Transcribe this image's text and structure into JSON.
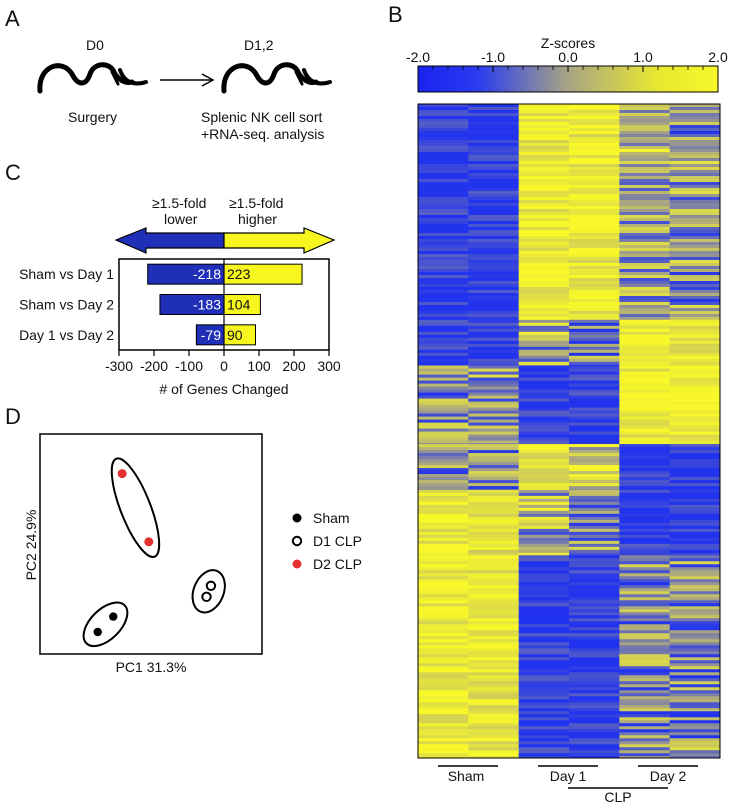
{
  "panel_a": {
    "letter": "A",
    "start_label": "D0",
    "end_label": "D1,2",
    "surgery_label": "Surgery",
    "analysis_line1": "Splenic NK cell sort",
    "analysis_line2": "+RNA-seq. analysis"
  },
  "panel_b": {
    "letter": "B",
    "colorbar_title": "Z-scores",
    "colorbar_ticks": [
      "-2.0",
      "-1.0",
      "0.0",
      "1.0",
      "2.0"
    ],
    "group_labels": [
      "Sham",
      "Day 1",
      "Day 2"
    ],
    "super_group_label": "CLP"
  },
  "panel_c": {
    "letter": "C",
    "lower_label_line1": "≥1.5-fold",
    "lower_label_line2": "lower",
    "higher_label_line1": "≥1.5-fold",
    "higher_label_line2": "higher",
    "xlabel": "# of Genes Changed"
  },
  "panel_d": {
    "letter": "D",
    "xlabel": "PC1 31.3%",
    "ylabel": "PC2 24.9%",
    "legend": [
      "Sham",
      "D1 CLP",
      "D2 CLP"
    ]
  },
  "chart_data": [
    {
      "type": "bar",
      "orientation": "horizontal",
      "categories": [
        "Sham vs Day 1",
        "Sham vs Day 2",
        "Day 1 vs Day 2"
      ],
      "series": [
        {
          "name": "≥1.5-fold lower",
          "values": [
            -218,
            -183,
            -79
          ],
          "color": "#1f2fb8"
        },
        {
          "name": "≥1.5-fold higher",
          "values": [
            223,
            104,
            90
          ],
          "color": "#f7f71f"
        }
      ],
      "value_labels": {
        "lower": [
          "-218",
          "-183",
          "-79"
        ],
        "higher": [
          "223",
          "104",
          "90"
        ]
      },
      "xlabel": "# of Genes Changed",
      "xlim": [
        -300,
        300
      ],
      "xticks": [
        "-300",
        "-200",
        "-100",
        "0",
        "100",
        "200",
        "300"
      ]
    },
    {
      "type": "scatter",
      "xlabel": "PC1 31.3%",
      "ylabel": "PC2 24.9%",
      "xlim": [
        0,
        100
      ],
      "ylim": [
        0,
        100
      ],
      "series": [
        {
          "name": "Sham",
          "style": "filled-black",
          "points": [
            [
              26,
              10
            ],
            [
              33,
              17
            ]
          ]
        },
        {
          "name": "D1 CLP",
          "style": "open-black",
          "points": [
            [
              75,
              26
            ],
            [
              77,
              31
            ]
          ]
        },
        {
          "name": "D2 CLP",
          "style": "filled-red",
          "points": [
            [
              37,
              82
            ],
            [
              49,
              51
            ]
          ]
        }
      ]
    },
    {
      "type": "heatmap",
      "columns": [
        "Sham",
        "Sham",
        "Day 1",
        "Day 1",
        "Day 2",
        "Day 2"
      ],
      "value_range": [
        -2.0,
        2.0
      ],
      "colors": {
        "low": "#2233ee",
        "mid": "#a8a484",
        "high": "#f7f72a"
      },
      "row_blocks": [
        {
          "fraction": 0.33,
          "means": [
            -1.8,
            -1.8,
            1.7,
            1.7,
            0.2,
            -0.3
          ]
        },
        {
          "fraction": 0.07,
          "means": [
            -1.8,
            -1.8,
            0.1,
            -0.6,
            1.7,
            1.7
          ]
        },
        {
          "fraction": 0.12,
          "means": [
            -0.3,
            0.1,
            -1.8,
            -1.8,
            1.7,
            1.7
          ]
        },
        {
          "fraction": 0.07,
          "means": [
            -0.3,
            -0.2,
            1.6,
            1.2,
            -1.8,
            -1.8
          ]
        },
        {
          "fraction": 0.1,
          "means": [
            1.7,
            1.4,
            0.2,
            -0.2,
            -1.8,
            -1.8
          ]
        },
        {
          "fraction": 0.31,
          "means": [
            1.7,
            1.6,
            -1.8,
            -1.8,
            -0.4,
            -0.4
          ]
        }
      ]
    }
  ]
}
